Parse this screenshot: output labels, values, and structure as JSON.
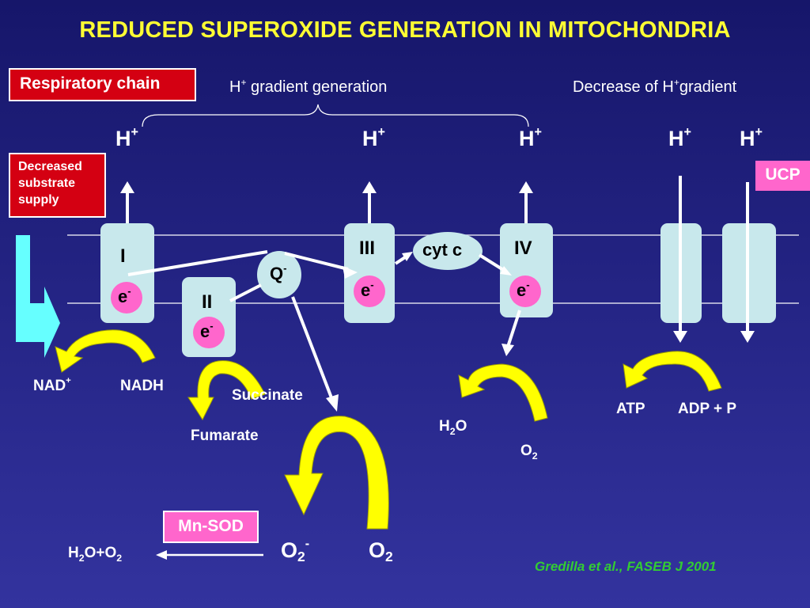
{
  "title": "REDUCED SUPEROXIDE GENERATION  IN  MITOCHONDRIA",
  "respiratory_chain": "Respiratory chain",
  "decreased_supply": [
    "Decreased",
    "substrate",
    "supply"
  ],
  "gradient_generation": {
    "pre": "H",
    "sup": "+",
    "post": " gradient generation"
  },
  "gradient_decrease": {
    "pre": "Decrease of H",
    "sup": "+",
    "post": "gradient"
  },
  "hplus": {
    "base": "H",
    "sup": "+"
  },
  "ucp": "UCP",
  "complexes": {
    "I": "I",
    "II": "II",
    "III": "III",
    "IV": "IV"
  },
  "electron": {
    "base": "e",
    "sup": "-"
  },
  "q": {
    "base": "Q",
    "sup": "-"
  },
  "cytc": "cyt c",
  "nad": {
    "base": "NAD",
    "sup": "+"
  },
  "nadh": "NADH",
  "succinate": "Succinate",
  "fumarate": "Fumarate",
  "h2o_iv": {
    "a": "H",
    "sub": "2",
    "b": "O"
  },
  "o2_iv": {
    "a": "O",
    "sub": "2"
  },
  "atp": "ATP",
  "adp": "ADP + P",
  "mnsod": "Mn-SOD",
  "h2oo2": {
    "a": "H",
    "sub1": "2",
    "b": "O+O",
    "sub2": "2"
  },
  "superoxide": {
    "a": "O",
    "sub": "2",
    "sup": "-"
  },
  "o2_big": {
    "a": "O",
    "sub": "2"
  },
  "citation": "Gredilla et al., FASEB J 2001",
  "colors": {
    "title": "#ffff33",
    "complex": "#c8e8ec",
    "electron": "#ff66cc",
    "arrow_yellow": "#ffff00",
    "arrow_cyan": "#66ffff",
    "citation": "#33cc33",
    "redbox": "#d40012"
  }
}
